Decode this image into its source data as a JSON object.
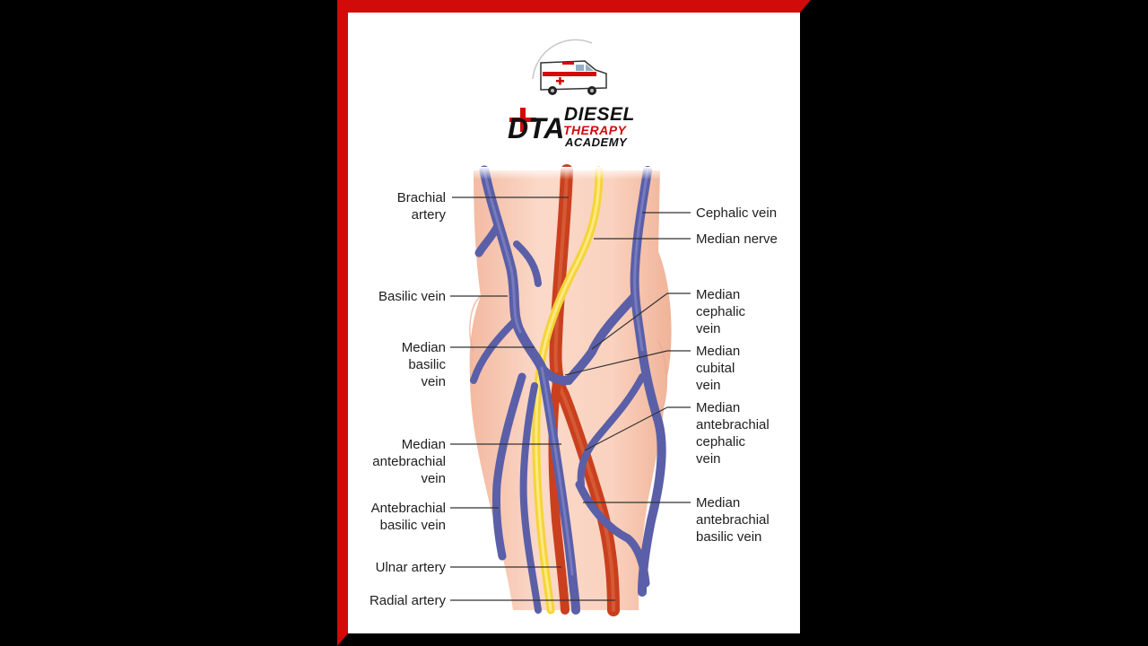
{
  "logo": {
    "mark": "DTA",
    "line1": "DIESEL",
    "line2": "THERAPY",
    "line3": "ACADEMY"
  },
  "labels": {
    "brachial_artery": "Brachial\nartery",
    "basilic_vein": "Basilic vein",
    "median_basilic_vein": "Median\nbasilic\nvein",
    "median_antebrachial_vein": "Median\nantebrachial\nvein",
    "antebrachial_basilic_vein": "Antebrachial\nbasilic vein",
    "ulnar_artery": "Ulnar artery",
    "radial_artery": "Radial artery",
    "cephalic_vein": "Cephalic vein",
    "median_nerve": "Median nerve",
    "median_cephalic_vein": "Median\ncephalic\nvein",
    "median_cubital_vein": "Median\ncubital\nvein",
    "median_antebrachial_cephalic_vein": "Median\nantebrachial\ncephalic\nvein",
    "median_antebrachial_basilic_vein": "Median\nantebrachial\nbasilic vein"
  },
  "colors": {
    "frame_red": "#d10a0a",
    "vein_blue": "#5a5fa8",
    "artery_red": "#c9401f",
    "nerve_yellow": "#f4d43a",
    "skin": "#f6c2ab"
  }
}
